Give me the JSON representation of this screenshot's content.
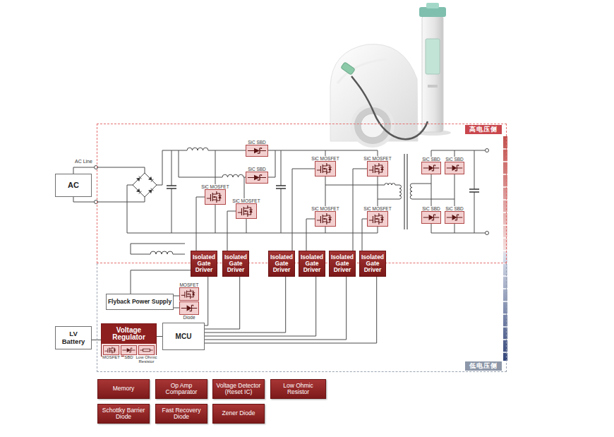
{
  "diagram": {
    "nodes": [
      {
        "text": [
          "高电压侧"
        ]
      },
      {
        "text": [
          "AC"
        ]
      },
      {
        "text": [
          "SiC SBD"
        ],
        "in": 0
      },
      {
        "text": [
          "SiC SBD"
        ],
        "in": 0
      },
      {
        "text": [
          "SiC MOSFET"
        ],
        "in": 0
      },
      {
        "text": [
          "SiC MOSFET"
        ],
        "in": 0
      },
      {
        "text": [
          "SiC MOSFET"
        ],
        "in": 0
      },
      {
        "text": [
          "SiC MOSFET"
        ],
        "in": 0
      },
      {
        "text": [
          "SiC MOSFET"
        ],
        "in": 0
      },
      {
        "text": [
          "SiC MOSFET"
        ],
        "in": 0
      },
      {
        "text": [
          "SiC SBD"
        ],
        "in": 0
      },
      {
        "text": [
          "SiC SBD"
        ],
        "in": 0
      },
      {
        "text": [
          "SiC SBD"
        ],
        "in": 0
      },
      {
        "text": [
          "SiC SBD"
        ],
        "in": 0
      },
      {
        "text": [
          "Isolated Gate Driver"
        ]
      },
      {
        "text": [
          "Isolated Gate Driver"
        ]
      },
      {
        "text": [
          "Isolated Gate Driver"
        ]
      },
      {
        "text": [
          "Isolated Gate Driver"
        ]
      },
      {
        "text": [
          "Isolated Gate Driver"
        ]
      },
      {
        "text": [
          "Isolated Gate Driver"
        ]
      },
      {
        "text": [
          "低电压侧"
        ]
      },
      {
        "text": [
          "Flyback Power Supply"
        ],
        "in": 20
      },
      {
        "text": [
          "MOSFET"
        ],
        "in": 20
      },
      {
        "text": [
          "Diode"
        ],
        "in": 20
      },
      {
        "text": [
          "LV Battery"
        ]
      },
      {
        "text": [
          "Voltage Regulator"
        ],
        "in": 20
      },
      {
        "text": [
          "MOSFET"
        ],
        "in": 25
      },
      {
        "text": [
          "SBD"
        ],
        "in": 25
      },
      {
        "text": [
          "Low Ohmic Resistor"
        ],
        "in": 25
      },
      {
        "text": [
          "MCU"
        ],
        "in": 20
      },
      {
        "text": [
          "Memory"
        ]
      },
      {
        "text": [
          "Op Amp Comparator"
        ]
      },
      {
        "text": [
          "Voltage Detector (Reset IC)"
        ]
      },
      {
        "text": [
          "Low Ohmic Resistor"
        ]
      },
      {
        "text": [
          "Schottky Barrier Diode"
        ]
      },
      {
        "text": [
          "Fast Recovery Diode"
        ]
      },
      {
        "text": [
          "Zener Diode"
        ]
      }
    ],
    "edges": [
      {
        "from": 24,
        "to": 25,
        "arrow": "none"
      },
      {
        "from": 25,
        "to": 29,
        "arrow": "none"
      },
      {
        "from": 29,
        "to": 14,
        "arrow": "none"
      },
      {
        "from": 29,
        "to": 15,
        "arrow": "none"
      },
      {
        "from": 29,
        "to": 16,
        "arrow": "none"
      },
      {
        "from": 29,
        "to": 17,
        "arrow": "none"
      },
      {
        "from": 29,
        "to": 18,
        "arrow": "none"
      },
      {
        "from": 29,
        "to": 19,
        "arrow": "none"
      },
      {
        "from": 14,
        "to": 4,
        "arrow": "none"
      },
      {
        "from": 15,
        "to": 5,
        "arrow": "none"
      },
      {
        "from": 16,
        "to": 6,
        "arrow": "none"
      },
      {
        "from": 17,
        "to": 8,
        "arrow": "none"
      },
      {
        "from": 18,
        "to": 7,
        "arrow": "none"
      },
      {
        "from": 19,
        "to": 9,
        "arrow": "none"
      },
      {
        "from": 21,
        "to": 22,
        "arrow": "none"
      },
      {
        "from": 21,
        "to": 23,
        "arrow": "none"
      },
      {
        "from": 21,
        "to": 14,
        "arrow": "none"
      }
    ],
    "labels": [
      "AC Line"
    ]
  }
}
